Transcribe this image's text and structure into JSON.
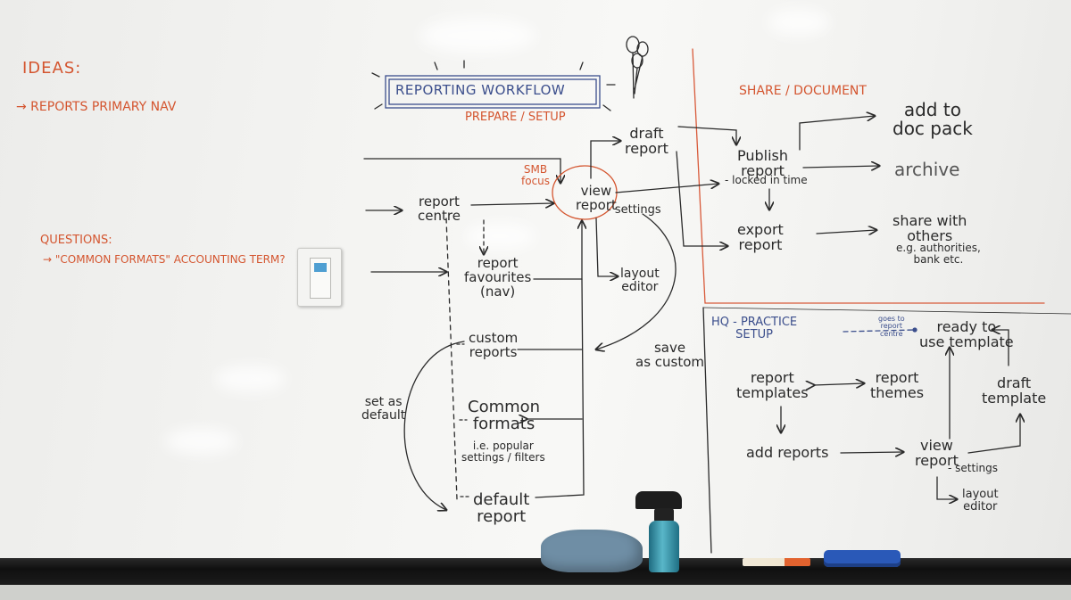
{
  "ideas": {
    "title": "IDEAS:",
    "item": "→ REPORTS PRIMARY NAV"
  },
  "questions": {
    "title": "QUESTIONS:",
    "item": "→ \"COMMON FORMATS\" ACCOUNTING TERM?"
  },
  "header": {
    "title": "REPORTING WORKFLOW",
    "subtitle": "PREPARE / SETUP"
  },
  "workflow": {
    "smb_focus": [
      "SMB",
      "focus"
    ],
    "draft_report": [
      "draft",
      "report"
    ],
    "view_report": [
      "view",
      "report"
    ],
    "settings": "- settings",
    "report_centre": [
      "report",
      "centre"
    ],
    "report_favourites": [
      "report",
      "favourites",
      "(nav)"
    ],
    "layout_editor": [
      "layout",
      "editor"
    ],
    "custom_reports": [
      "custom",
      "reports"
    ],
    "save_as_custom": [
      "save",
      "as custom"
    ],
    "common_formats": [
      "Common",
      "formats"
    ],
    "popular_note": [
      "i.e. popular",
      "settings / filters"
    ],
    "default_report": [
      "default",
      "report"
    ],
    "set_as_default": [
      "set as",
      "default"
    ]
  },
  "share": {
    "title": "SHARE / DOCUMENT",
    "publish": [
      "Publish",
      "report"
    ],
    "locked": "- locked in time",
    "add_doc": [
      "add to",
      "doc pack"
    ],
    "archive": "archive",
    "export": [
      "export",
      "report"
    ],
    "share_others": [
      "share with",
      "others"
    ],
    "share_eg": [
      "e.g. authorities,",
      "bank etc."
    ]
  },
  "hq": {
    "title": [
      "HQ - PRACTICE",
      "SETUP"
    ],
    "goes_to": [
      "goes to",
      "report",
      "centre"
    ],
    "ready": [
      "ready to",
      "use template"
    ],
    "templates": [
      "report",
      "templates"
    ],
    "themes": [
      "report",
      "themes"
    ],
    "draft_template": [
      "draft",
      "template"
    ],
    "add_reports": "add reports",
    "view_report": [
      "view",
      "report"
    ],
    "settings": "- settings",
    "layout_editor": [
      "layout",
      "editor"
    ]
  },
  "colors": {
    "orange_ink": "#d4552f",
    "black_ink": "#2a2a2a",
    "blue_ink": "#3b4e8c",
    "red_line": "#d85a3a"
  }
}
